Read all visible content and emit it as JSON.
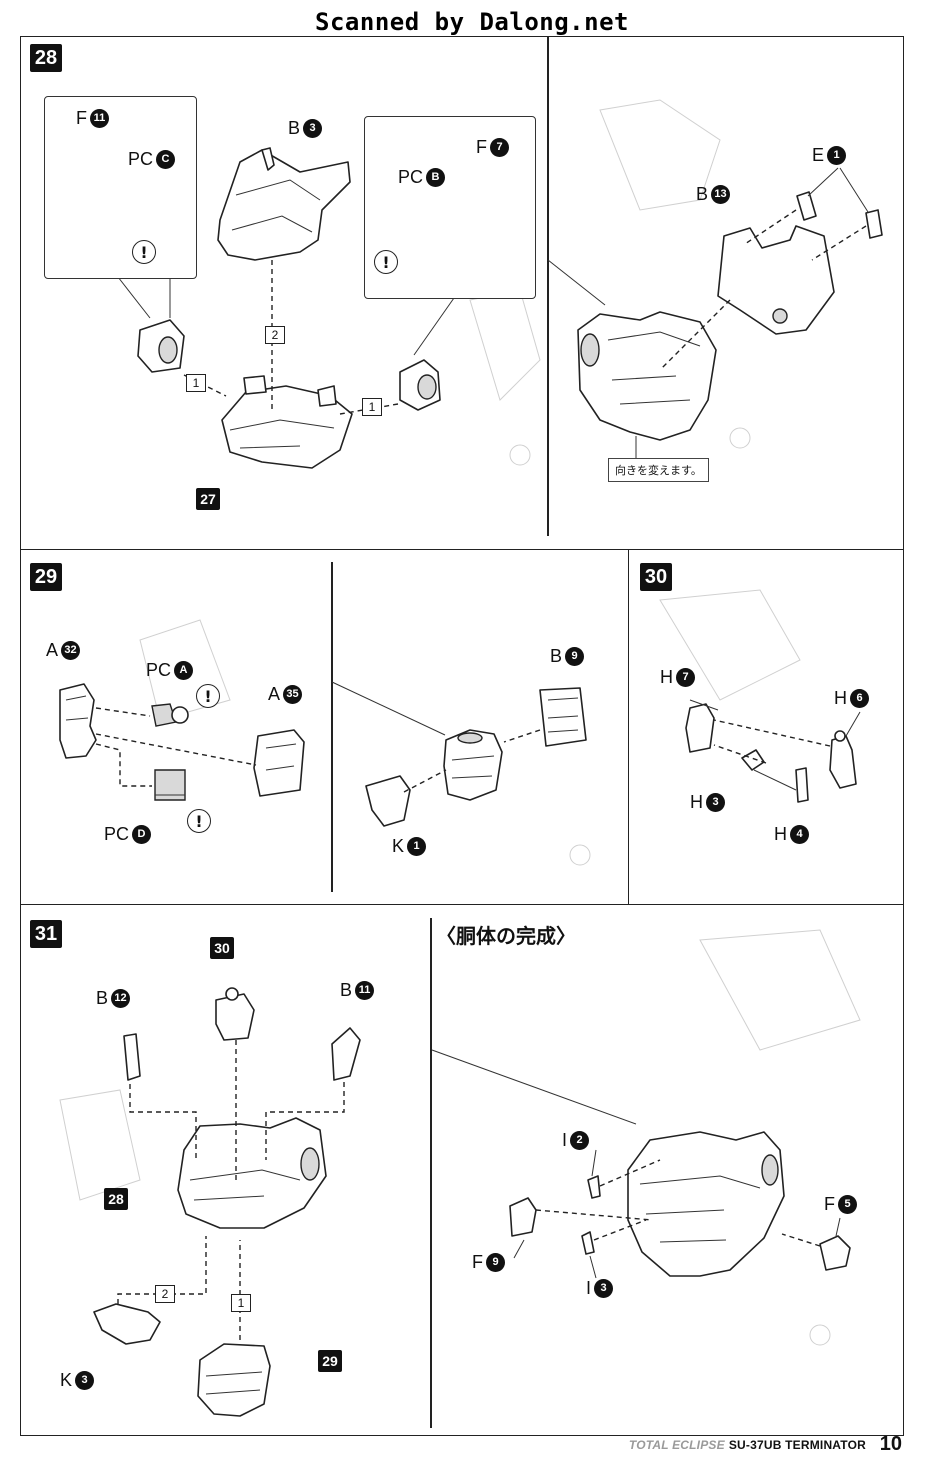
{
  "header": {
    "watermark": "Scanned by Dalong.net"
  },
  "footer": {
    "series": "TOTAL ECLIPSE",
    "model": "SU-37UB TERMINATOR",
    "page_number": "10"
  },
  "steps": {
    "s28": {
      "number": "28",
      "parts": {
        "f11": {
          "letter": "F",
          "num": "11"
        },
        "pcC": {
          "letter": "PC",
          "num": "C"
        },
        "b3": {
          "letter": "B",
          "num": "3"
        },
        "pcB": {
          "letter": "PC",
          "num": "B"
        },
        "f7": {
          "letter": "F",
          "num": "7"
        },
        "e1": {
          "letter": "E",
          "num": "1"
        },
        "b13": {
          "letter": "B",
          "num": "13"
        }
      },
      "orders": [
        "1",
        "2",
        "1"
      ],
      "ref": "27",
      "note": "向きを変えます。"
    },
    "s29": {
      "number": "29",
      "parts": {
        "a32": {
          "letter": "A",
          "num": "32"
        },
        "pcA": {
          "letter": "PC",
          "num": "A"
        },
        "a35": {
          "letter": "A",
          "num": "35"
        },
        "pcD": {
          "letter": "PC",
          "num": "D"
        },
        "b9": {
          "letter": "B",
          "num": "9"
        },
        "k1": {
          "letter": "K",
          "num": "1"
        }
      }
    },
    "s30": {
      "number": "30",
      "parts": {
        "h7": {
          "letter": "H",
          "num": "7"
        },
        "h6": {
          "letter": "H",
          "num": "6"
        },
        "h3": {
          "letter": "H",
          "num": "3"
        },
        "h4": {
          "letter": "H",
          "num": "4"
        }
      }
    },
    "s31": {
      "number": "31",
      "title": "〈胴体の完成〉",
      "refs": {
        "top": "30",
        "body": "28",
        "bottom": "29"
      },
      "orders": [
        "2",
        "1"
      ],
      "parts": {
        "b12": {
          "letter": "B",
          "num": "12"
        },
        "b11": {
          "letter": "B",
          "num": "11"
        },
        "k3": {
          "letter": "K",
          "num": "3"
        },
        "i2": {
          "letter": "I",
          "num": "2"
        },
        "f5": {
          "letter": "F",
          "num": "5"
        },
        "f9": {
          "letter": "F",
          "num": "9"
        },
        "i3": {
          "letter": "I",
          "num": "3"
        }
      }
    }
  },
  "warning_symbol": "!"
}
